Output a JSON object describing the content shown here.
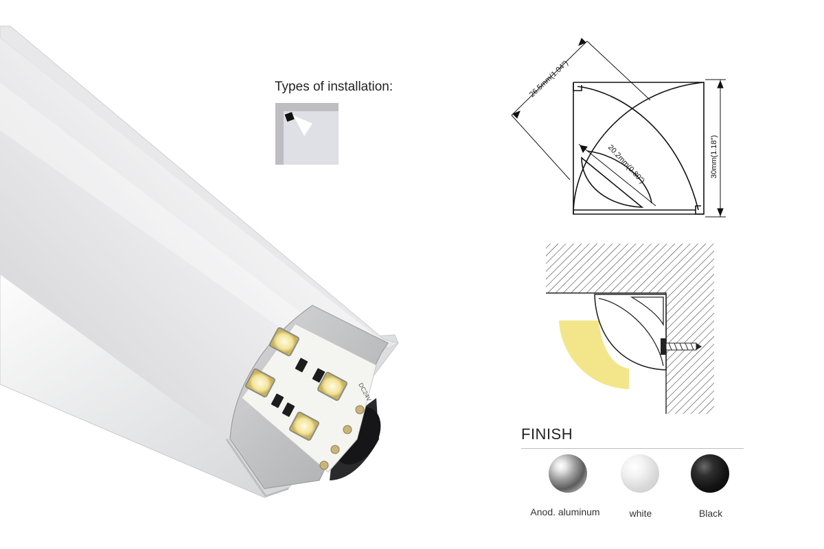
{
  "installation": {
    "title": "Types of installation:",
    "icon": "corner-installation-icon"
  },
  "cross_section": {
    "dim_width": "26.5mm(1.04\")",
    "dim_inner": "20.2mm(0.80\")",
    "dim_height": "30mm(1.18\")"
  },
  "mounting": {
    "light_color": "#f3e68a"
  },
  "finish": {
    "title": "FINISH",
    "options": [
      {
        "label": "Anod. aluminum",
        "color": "#9b9b9b"
      },
      {
        "label": "white",
        "color": "#e6e6e6"
      },
      {
        "label": "Black",
        "color": "#111111"
      }
    ]
  },
  "led_strip": {
    "voltage_label": "DC24V"
  }
}
